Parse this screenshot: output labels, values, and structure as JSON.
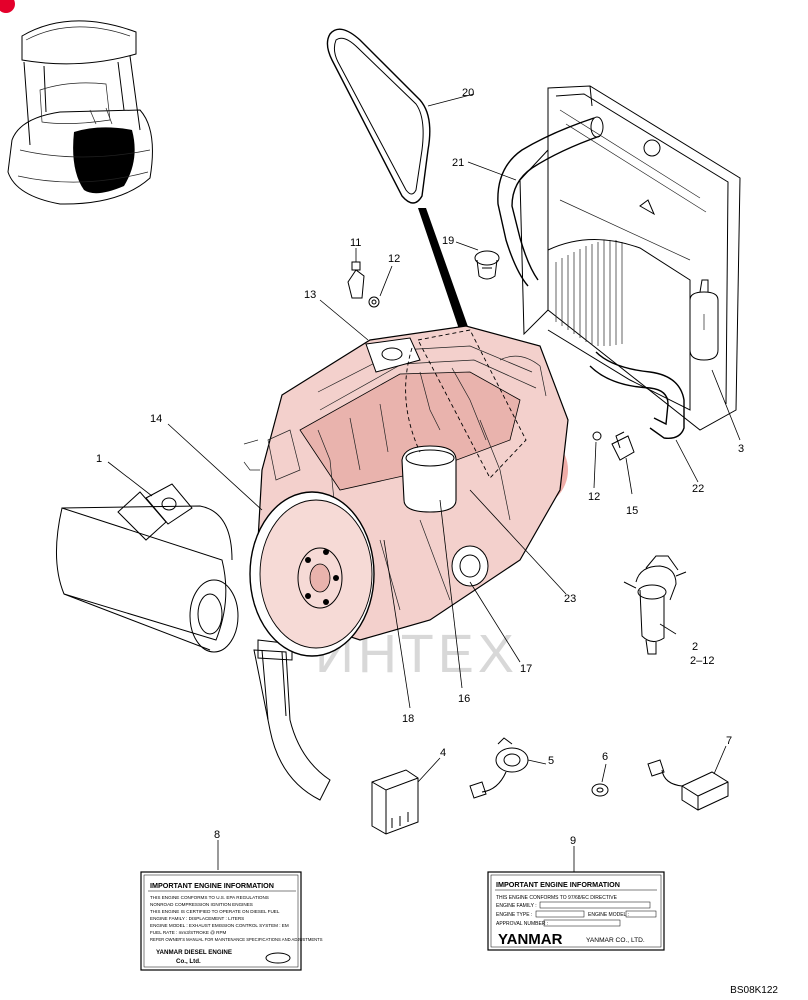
{
  "diagram_ref": "BS08K122",
  "watermark": "ИНТЕХ",
  "callouts": [
    {
      "id": "1",
      "text": "1"
    },
    {
      "id": "2",
      "text": "2"
    },
    {
      "id": "2sub",
      "text": "2–12"
    },
    {
      "id": "3",
      "text": "3"
    },
    {
      "id": "4",
      "text": "4"
    },
    {
      "id": "5",
      "text": "5"
    },
    {
      "id": "6",
      "text": "6"
    },
    {
      "id": "7",
      "text": "7"
    },
    {
      "id": "8",
      "text": "8"
    },
    {
      "id": "9",
      "text": "9"
    },
    {
      "id": "11",
      "text": "11"
    },
    {
      "id": "12a",
      "text": "12"
    },
    {
      "id": "12b",
      "text": "12"
    },
    {
      "id": "13",
      "text": "13"
    },
    {
      "id": "14",
      "text": "14"
    },
    {
      "id": "15",
      "text": "15"
    },
    {
      "id": "16",
      "text": "16"
    },
    {
      "id": "17",
      "text": "17"
    },
    {
      "id": "18",
      "text": "18"
    },
    {
      "id": "19",
      "text": "19"
    },
    {
      "id": "20",
      "text": "20"
    },
    {
      "id": "21",
      "text": "21"
    },
    {
      "id": "22",
      "text": "22"
    },
    {
      "id": "23",
      "text": "23"
    }
  ],
  "label_8": {
    "title": "IMPORTANT ENGINE INFORMATION",
    "lines": [
      "THIS ENGINE CONFORMS TO U.S. EPA REGULATIONS",
      "NONROAD COMPRESSION IGNITION ENGINES",
      "THIS ENGINE IS CERTIFIED TO OPERATE ON DIESEL FUEL",
      "ENGINE FAMILY :                 DISPLACEMENT :        LITERS",
      "ENGINE MODEL :                  EXHAUST EMISSION CONTROL SYSTEM : EM",
      "FUEL RATE :             mm3/STROKE @           RPM",
      "REFER OWNER'S MANUAL FOR MAINTENANCE SPECIFICATIONS AND ADJUSTMENTS"
    ],
    "maker": "YANMAR DIESEL ENGINE",
    "maker2": "Co., Ltd."
  },
  "label_9": {
    "title": "IMPORTANT ENGINE INFORMATION",
    "line1": "THIS ENGINE CONFORMS TO 97/68/EC DIRECTIVE",
    "line2": "ENGINE FAMILY :",
    "line3": "ENGINE TYPE :",
    "line3b": "ENGINE MODEL :",
    "line4": "APPROVAL NUMBER :",
    "brand": "YANMAR",
    "maker": "YANMAR CO., LTD."
  },
  "colors": {
    "line": "#000000",
    "engine_fill": "#f3d0cc",
    "engine_shade": "#e9b3ad",
    "watermark": "#e46b62",
    "marker": "#e4002b"
  }
}
